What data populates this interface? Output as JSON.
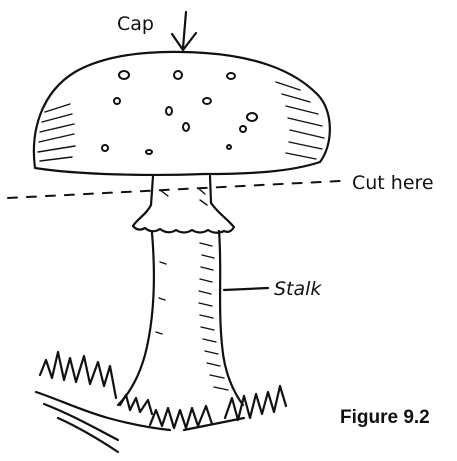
{
  "labels": {
    "cap": "Cap",
    "cut_here": "Cut here",
    "stalk": "Stalk"
  },
  "caption": "Figure 9.2",
  "colors": {
    "ink": "#111111",
    "background": "#ffffff"
  }
}
